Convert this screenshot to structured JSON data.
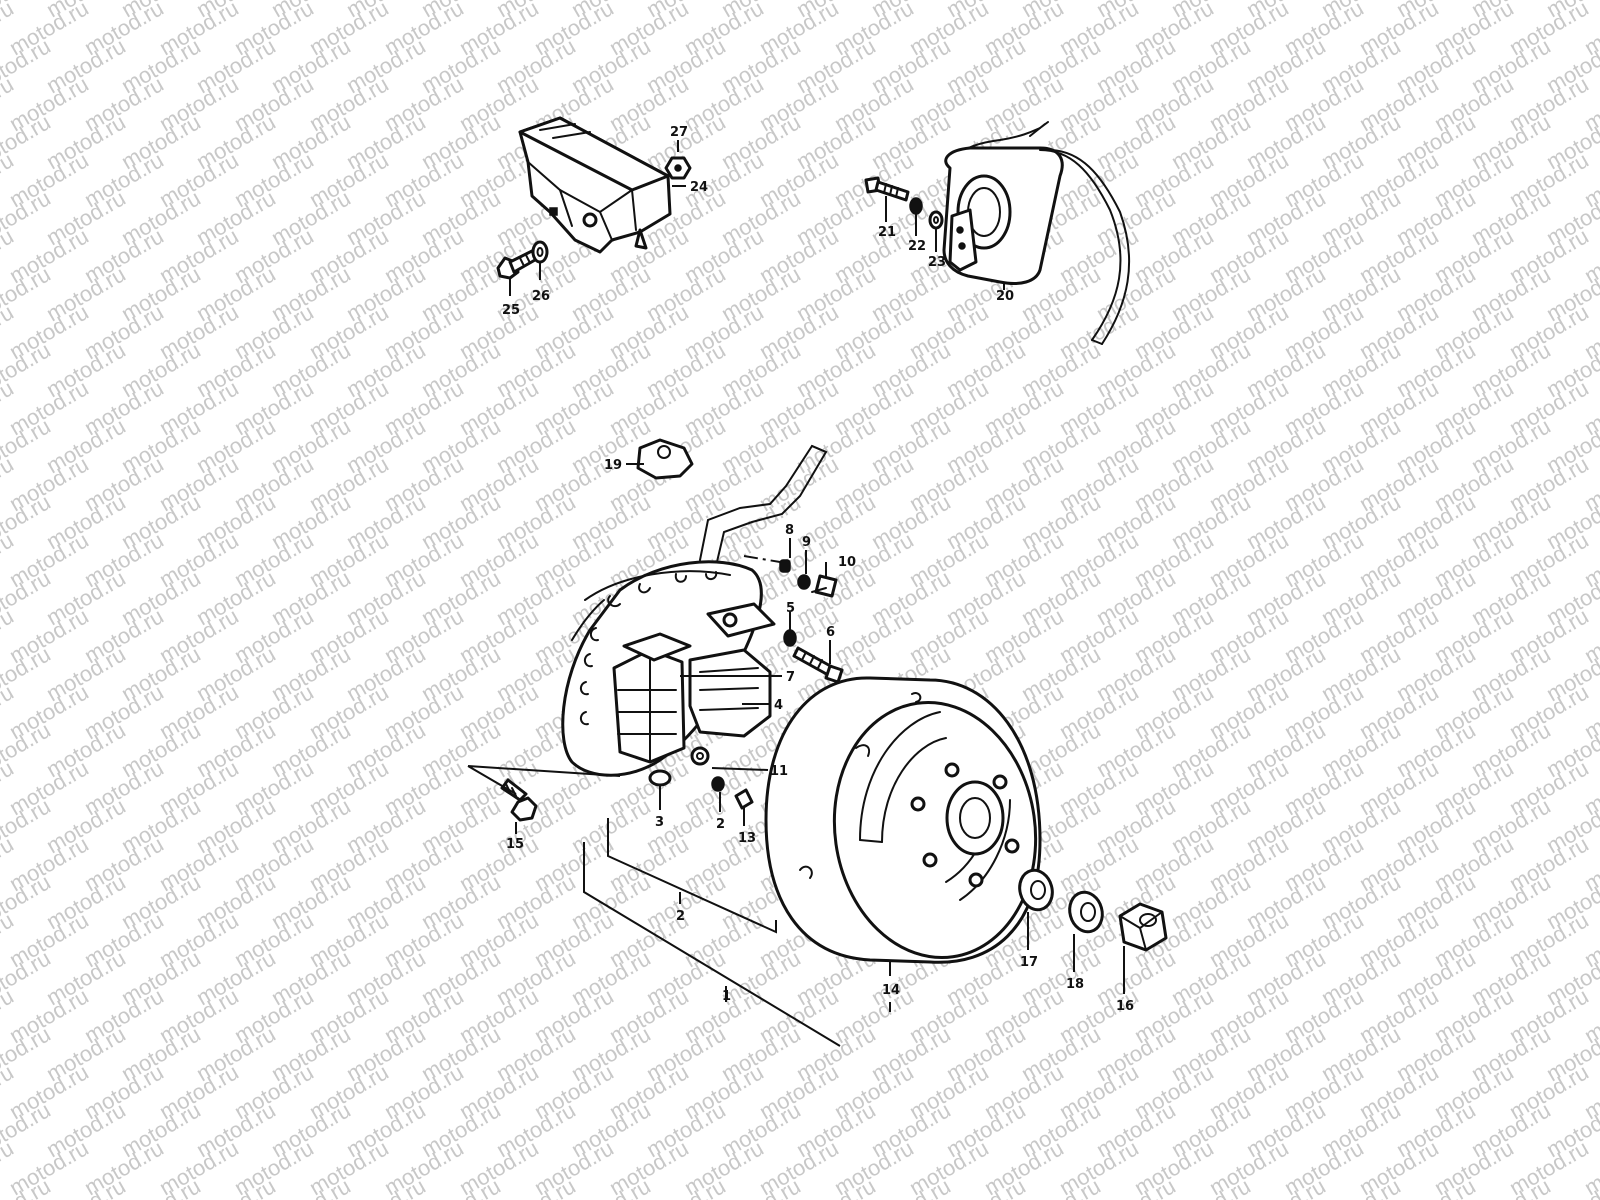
{
  "watermark": {
    "text": "motod.ru",
    "color": "#c8c8c8"
  },
  "callouts": {
    "p1": "1",
    "p2a": "2",
    "p2b": "2",
    "p3": "3",
    "p4": "4",
    "p5": "5",
    "p6": "6",
    "p7": "7",
    "p8": "8",
    "p9": "9",
    "p10": "10",
    "p11": "11",
    "p13": "13",
    "p14": "14",
    "p15": "15",
    "p16": "16",
    "p17": "17",
    "p18": "18",
    "p19": "19",
    "p20": "20",
    "p21": "21",
    "p22": "22",
    "p23": "23",
    "p24": "24",
    "p25": "25",
    "p26": "26",
    "p27": "27"
  },
  "colors": {
    "line": "#111111",
    "background": "#ffffff"
  }
}
